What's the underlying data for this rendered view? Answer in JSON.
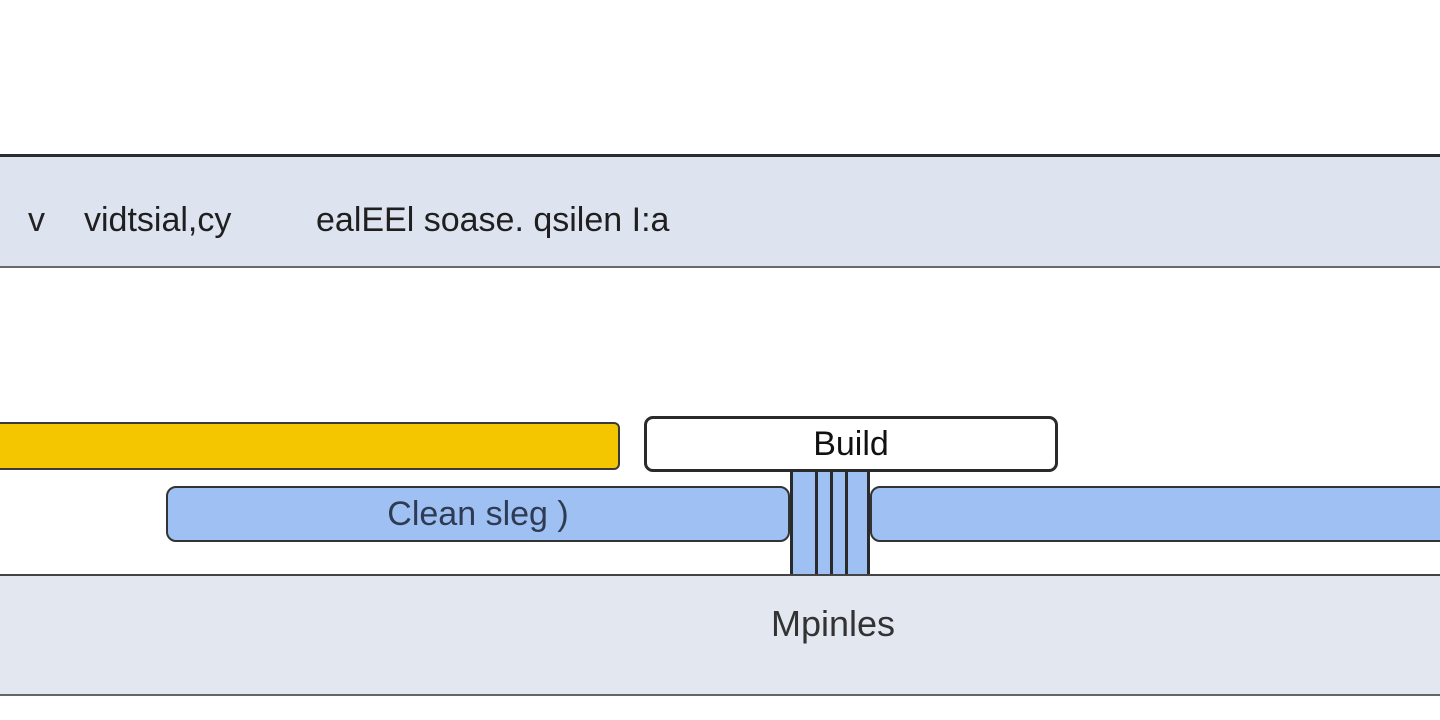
{
  "header": {
    "chevron_icon": "chevron-v-icon",
    "chevron_text": "v",
    "title": "vidtsial,cy",
    "subtitle": "ealEEl soase. qsilen I:a"
  },
  "pipeline": {
    "build_label": "Build",
    "clean_stage_label": "Clean sleg )",
    "footer_label": "Mpinles"
  },
  "colors": {
    "yellow_bar": "#f4c600",
    "stage_blue": "#9ec0f2",
    "header_bg": "#dde3ef",
    "footer_bg": "#e3e7f0"
  }
}
